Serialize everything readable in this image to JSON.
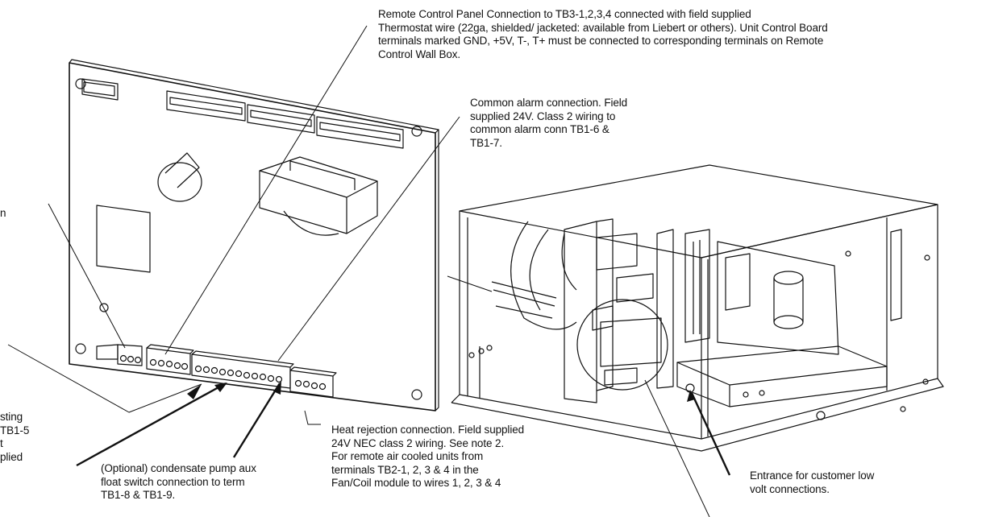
{
  "callouts": {
    "remote_panel": "Remote Control Panel Connection to TB3-1,2,3,4  connected with field supplied\nThermostat wire (22ga, shielded/ jacketed: available from Liebert or others). Unit Control Board\nterminals marked GND, +5V, T-, T+ must be connected to corresponding terminals on Remote\nControl Wall Box.",
    "common_alarm": "Common alarm connection. Field\nsupplied 24V. Class 2 wiring to\ncommon alarm conn TB1-6 &\nTB1-7.",
    "left_fragment_1": "n",
    "left_fragment_2": "sting\nTB1-5\nt\nplied",
    "condensate_pump": "(Optional) condensate pump aux\nfloat switch connection to term\nTB1-8 & TB1-9.",
    "heat_rejection": "Heat rejection connection. Field supplied\n24V NEC class 2 wiring. See note 2.\nFor remote air cooled units from\nterminals TB2-1, 2, 3 & 4 in the\nFan/Coil module to wires 1, 2, 3 & 4",
    "entrance": "Entrance for customer low\nvolt connections."
  }
}
